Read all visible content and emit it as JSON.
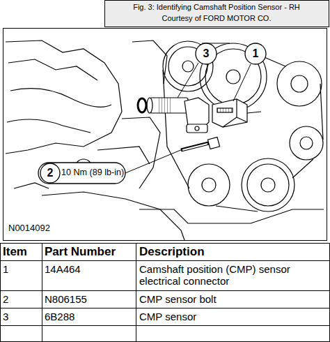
{
  "diagram": {
    "title": "Fig. 3: Identifying Camshaft Position Sensor - RH",
    "labels": [
      "Courtesy of FORD MOTOR CO.",
      "3",
      "1",
      "2",
      "10 Nm (89 lb-in)",
      "N0014092",
      "Item",
      "Part Number",
      "Description",
      "1",
      "14A464",
      "Camshaft position (CMP) sensor electrical connector",
      "2",
      "N806155",
      "CMP sensor bolt",
      "3",
      "6B288",
      "CMP sensor"
    ]
  }
}
